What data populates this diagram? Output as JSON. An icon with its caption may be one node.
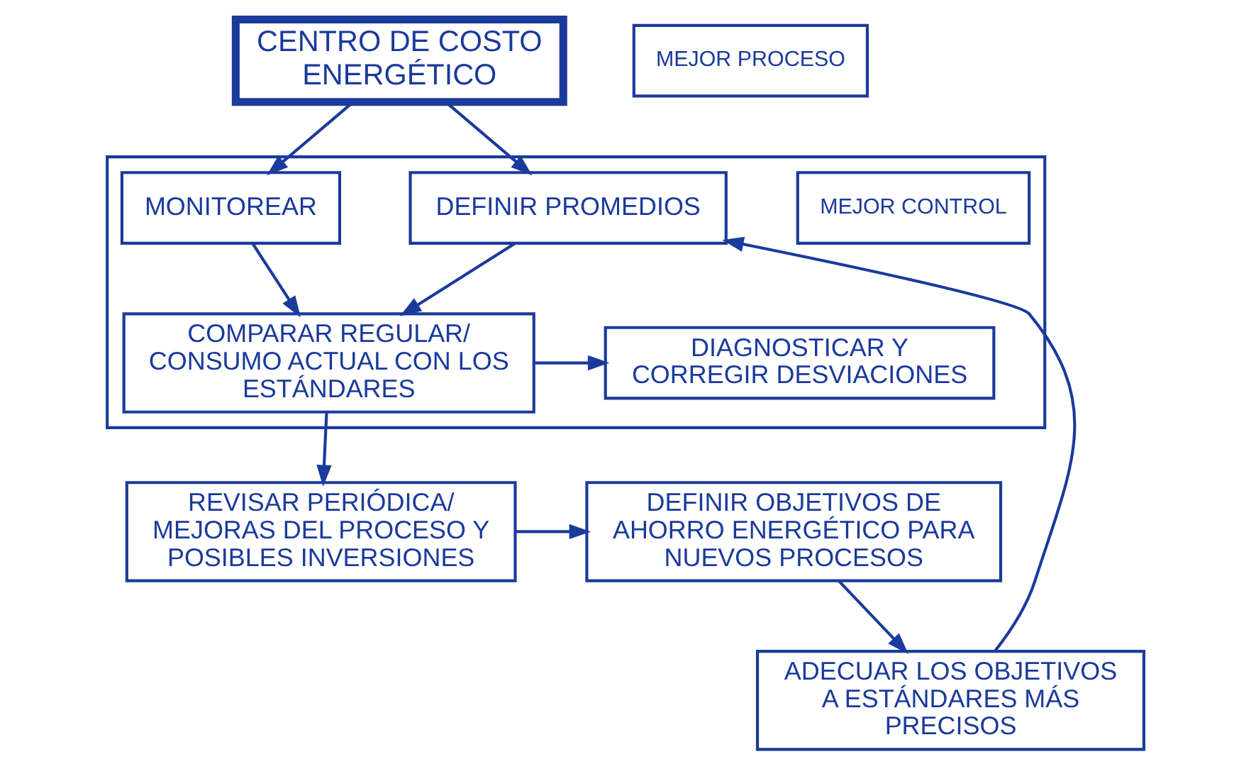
{
  "diagram": {
    "nodes": [
      {
        "text": [
          "CENTRO DE COSTO ENERGÉTICO"
        ]
      },
      {
        "text": [],
        "shape": "box"
      },
      {
        "text": [
          "MEJOR CONTROL"
        ],
        "in": 1
      },
      {
        "text": [
          "MEJOR PROCESO"
        ]
      },
      {
        "text": [
          "MONITOREAR"
        ],
        "in": 1
      },
      {
        "text": [
          "DEFINIR PROMEDIOS"
        ],
        "in": 1
      },
      {
        "text": [
          "DIAGNOSTICAR Y CORREGIR DESVIACIONES"
        ],
        "in": 1
      },
      {
        "text": [
          "COMPARAR REGULAR/ CONSUMO ACTUAL CON LOS ESTÁNDARES"
        ],
        "in": 1
      },
      {
        "text": [
          "ADECUAR LOS OBJETIVOS A ESTÁNDARES MÁS PRECISOS"
        ]
      },
      {
        "text": [
          "REVISAR PERIÓDICA/ MEJORAS DEL PROCESO Y POSIBLES INVERSIONES"
        ]
      },
      {
        "text": [
          "DEFINIR OBJETIVOS DE AHORRO ENERGÉTICO PARA NUEVOS PROCESOS"
        ]
      }
    ],
    "edges": [
      {
        "from": 0,
        "to": 4,
        "arrow": "to"
      },
      {
        "from": 0,
        "to": 5,
        "arrow": "to"
      },
      {
        "from": 4,
        "to": 7,
        "arrow": "to"
      },
      {
        "from": 5,
        "to": 7,
        "arrow": "to"
      },
      {
        "from": 7,
        "to": 6,
        "arrow": "to"
      },
      {
        "from": 7,
        "to": 9,
        "arrow": "to"
      },
      {
        "from": 9,
        "to": 10,
        "arrow": "to"
      },
      {
        "from": 10,
        "to": 8,
        "arrow": "to"
      },
      {
        "from": 8,
        "to": 5,
        "arrow": "to"
      }
    ]
  }
}
